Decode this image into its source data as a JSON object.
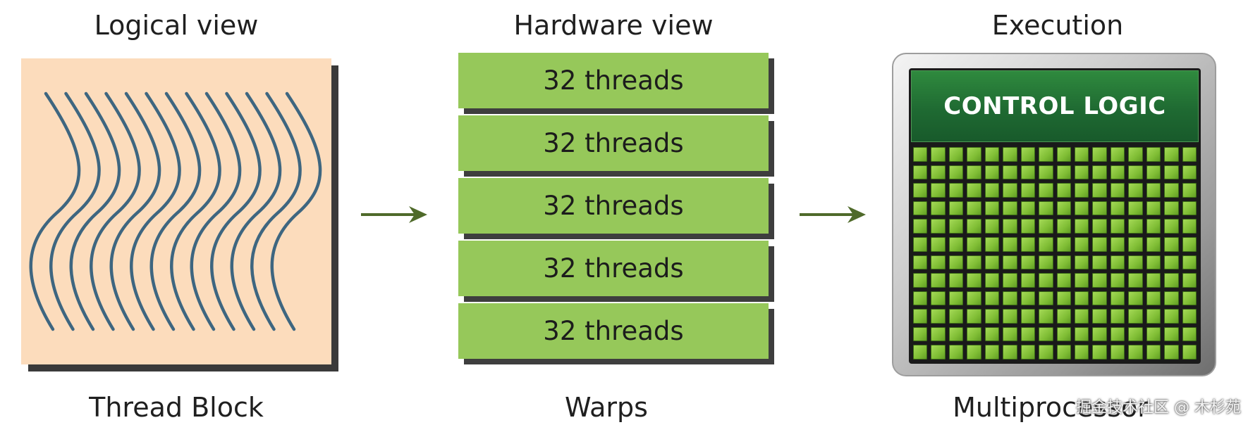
{
  "headings": {
    "logical": "Logical view",
    "hardware": "Hardware view",
    "execution": "Execution"
  },
  "captions": {
    "thread_block": "Thread Block",
    "warps": "Warps",
    "multiprocessor": "Multiprocessor"
  },
  "warps": [
    {
      "label": "32 threads"
    },
    {
      "label": "32 threads"
    },
    {
      "label": "32 threads"
    },
    {
      "label": "32 threads"
    },
    {
      "label": "32 threads"
    }
  ],
  "control_logic": "CONTROL LOGIC",
  "core_grid": {
    "columns": 16,
    "rows": 12
  },
  "thread_block": {
    "thread_count": 13
  },
  "watermark": "掘金技术社区 @ 木杉苑",
  "colors": {
    "thread_block_fill": "#fcdcbc",
    "thread_line": "#3e6680",
    "warp_fill": "#96c85a",
    "arrow": "#4f6a2a",
    "control_logic": "#1f6a32",
    "core": "#8cc63f"
  }
}
